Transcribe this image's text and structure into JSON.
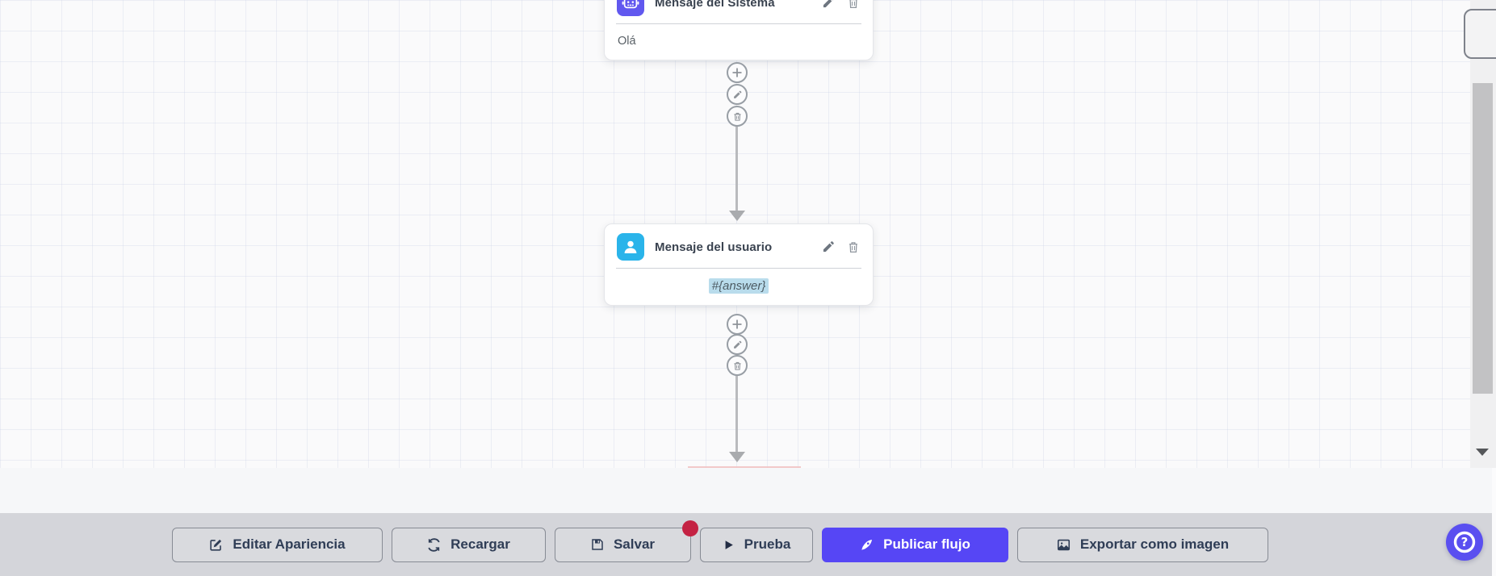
{
  "canvas": {
    "background_color": "#FAFAFB",
    "grid_line_color": "#E9EAF2",
    "nodes": [
      {
        "title": "Mensaje del Sistema",
        "body": "Olá",
        "icon": "robot-icon",
        "icon_color": "#6158EF",
        "actions": [
          "edit",
          "delete"
        ]
      },
      {
        "title": "Mensaje del usuario",
        "body": "#{answer}",
        "icon": "user-icon",
        "icon_color": "#2AB4EA",
        "body_highlight_color": "#B9DCEC",
        "actions": [
          "edit",
          "delete"
        ]
      }
    ],
    "connector_actions": [
      "add-step",
      "edit-step",
      "delete-step"
    ]
  },
  "toolbar": {
    "background_color": "#D4D5DA",
    "buttons": [
      {
        "label": "Editar Apariencia",
        "icon": "edit-square-icon"
      },
      {
        "label": "Recargar",
        "icon": "refresh-icon"
      },
      {
        "label": "Salvar",
        "icon": "save-icon",
        "has_unsaved_badge": true,
        "badge_color": "#C42243"
      },
      {
        "label": "Prueba",
        "icon": "play-icon"
      },
      {
        "label": "Publicar flujo",
        "icon": "rocket-icon",
        "primary": true,
        "primary_color": "#5646F5"
      },
      {
        "label": "Exportar como imagen",
        "icon": "image-icon"
      }
    ]
  },
  "help": {
    "icon": "question-circle-icon",
    "color": "#5A4FF0"
  }
}
